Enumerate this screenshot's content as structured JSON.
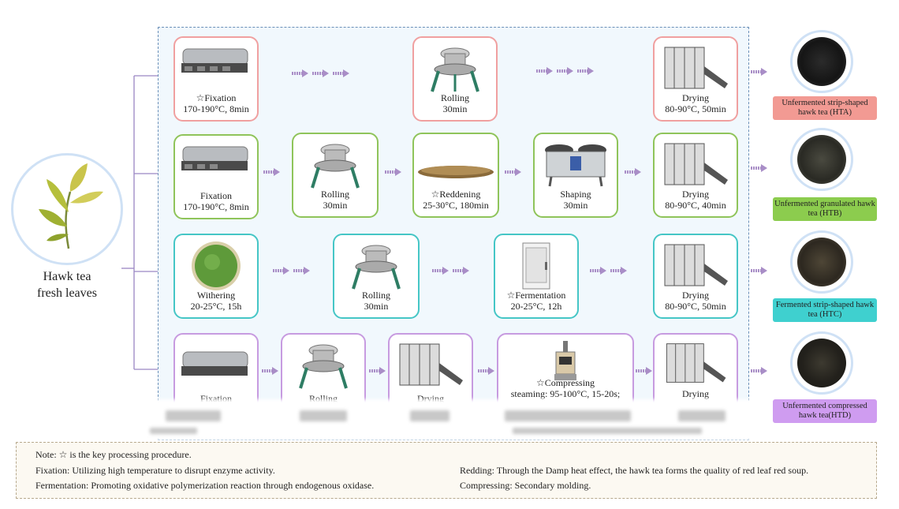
{
  "source": {
    "line1": "Hawk tea",
    "line2": "fresh leaves"
  },
  "rows": [
    {
      "id": "hta",
      "color": "#f0a0a0",
      "steps": [
        {
          "icon": "fixation-machine-icon",
          "name": "☆Fixation",
          "cond": "170-190°C, 8min"
        },
        {
          "icon": "rolling-machine-icon",
          "name": "Rolling",
          "cond": "30min"
        },
        {
          "icon": "drying-machine-icon",
          "name": "Drying",
          "cond": "80-90°C, 50min"
        }
      ],
      "product": "Unfermented strip-shaped hawk tea (HTA)",
      "product_color": "#f29a93"
    },
    {
      "id": "htb",
      "color": "#8fc45a",
      "steps": [
        {
          "icon": "fixation-machine-icon",
          "name": "Fixation",
          "cond": "170-190°C, 8min"
        },
        {
          "icon": "rolling-machine-icon",
          "name": "Rolling",
          "cond": "30min"
        },
        {
          "icon": "reddening-tray-icon",
          "name": "☆Reddening",
          "cond": "25-30°C, 180min"
        },
        {
          "icon": "shaping-machine-icon",
          "name": "Shaping",
          "cond": "30min"
        },
        {
          "icon": "drying-machine-icon",
          "name": "Drying",
          "cond": "80-90°C, 40min"
        }
      ],
      "product": "Unfermented granulated hawk tea (HTB)",
      "product_color": "#8ccc4e"
    },
    {
      "id": "htc",
      "color": "#45c6c6",
      "steps": [
        {
          "icon": "withering-tray-icon",
          "name": "Withering",
          "cond": "20-25°C, 15h"
        },
        {
          "icon": "rolling-machine-icon",
          "name": "Rolling",
          "cond": "30min"
        },
        {
          "icon": "fermentation-cabinet-icon",
          "name": "☆Fermentation",
          "cond": "20-25°C, 12h"
        },
        {
          "icon": "drying-machine-icon",
          "name": "Drying",
          "cond": "80-90°C, 50min"
        }
      ],
      "product": "Fermented strip-shaped hawk tea (HTC)",
      "product_color": "#3fd0cf"
    },
    {
      "id": "htd",
      "color": "#c79be0",
      "steps": [
        {
          "icon": "fixation-machine-icon",
          "name": "Fixation",
          "cond": ""
        },
        {
          "icon": "rolling-machine-icon",
          "name": "Rolling",
          "cond": ""
        },
        {
          "icon": "drying-machine-icon",
          "name": "Drying",
          "cond": ""
        },
        {
          "icon": "compressing-press-icon",
          "name": "☆Compressing",
          "cond": "steaming: 95-100°C, 15-20s;"
        },
        {
          "icon": "drying-machine-icon",
          "name": "Drying",
          "cond": ""
        }
      ],
      "product": "Unfermented compressed hawk tea(HTD)",
      "product_color": "#cf9cf0"
    }
  ],
  "notes": {
    "key": "Note: ☆ is the key processing procedure.",
    "fixation": "Fixation: Utilizing high temperature to disrupt enzyme activity.",
    "fermentation": "Fermentation: Promoting oxidative polymerization reaction through endogenous oxidase.",
    "redding": "Redding: Through the Damp heat effect, the hawk tea forms the quality of red leaf red soup.",
    "compressing": "Compressing: Secondary molding."
  },
  "colors": {
    "arrow": "#a98ec7",
    "panel_border": "#6a8fb8",
    "panel_bg": "#f1f8fd"
  }
}
